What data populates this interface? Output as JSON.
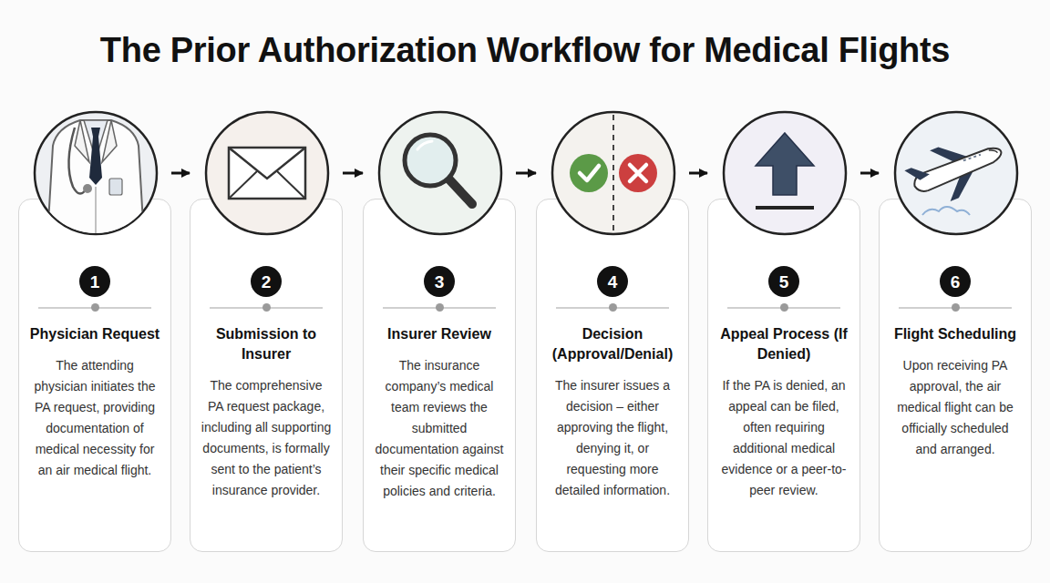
{
  "diagram": {
    "title": "The Prior Authorization Workflow for Medical Flights",
    "nodes": [
      {
        "text": [
          "Physician Request",
          "The attending physician initiates the PA request, providing documentation of medical necessity for an air medical flight."
        ]
      },
      {
        "text": [
          "1"
        ],
        "in": 0
      },
      {
        "text": [
          "Submission to Insurer",
          "The comprehensive PA request package, including all supporting documents, is formally sent to the patient’s insurance provider."
        ]
      },
      {
        "text": [
          "2"
        ],
        "in": 2
      },
      {
        "text": [
          "Insurer Review",
          "The insurance company’s medical team reviews the submitted documentation against their specific medical policies and criteria."
        ]
      },
      {
        "text": [
          "3"
        ],
        "in": 4
      },
      {
        "text": [
          "Decision (Approval/Denial)",
          "The insurer issues a decision – either approving the flight, denying it, or requesting more detailed information."
        ]
      },
      {
        "text": [
          "4"
        ],
        "in": 6
      },
      {
        "text": [
          "Appeal Process (If Denied)",
          "If the PA is denied, an appeal can be filed, often requiring additional medical evidence or a peer-to-peer review."
        ]
      },
      {
        "text": [
          "5"
        ],
        "in": 8
      },
      {
        "text": [
          "Flight Scheduling",
          "Upon receiving PA approval, the air medical flight can be officially scheduled and arranged."
        ]
      },
      {
        "text": [
          "6"
        ],
        "in": 10
      }
    ],
    "edges": [
      {
        "from": 0,
        "to": 2,
        "arrow": "to"
      },
      {
        "from": 2,
        "to": 4,
        "arrow": "to"
      },
      {
        "from": 4,
        "to": 6,
        "arrow": "to"
      },
      {
        "from": 6,
        "to": 8,
        "arrow": "to"
      },
      {
        "from": 8,
        "to": 10,
        "arrow": "to"
      }
    ]
  }
}
